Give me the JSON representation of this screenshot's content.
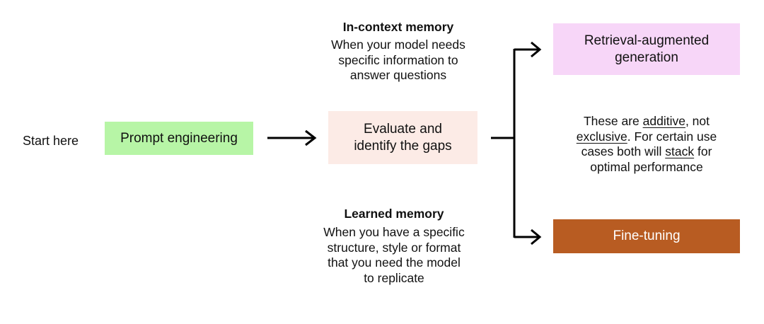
{
  "start_label": "Start here",
  "nodes": {
    "prompt_engineering": {
      "label": "Prompt engineering",
      "color": "#b7f5a6"
    },
    "evaluate": {
      "label": "Evaluate and\nidentify the gaps",
      "color": "#fcebe6"
    },
    "rag": {
      "label": "Retrieval-augmented\ngeneration",
      "color": "#f7d6f8"
    },
    "fine_tuning": {
      "label": "Fine-tuning",
      "color": "#b85c22",
      "text_color": "#ffffff"
    }
  },
  "annotations": {
    "in_context": {
      "title": "In-context memory",
      "body": "When your model needs\nspecific information to\nanswer questions"
    },
    "learned": {
      "title": "Learned memory",
      "body": "When you have a specific\nstructure, style or format\nthat you need the model\nto replicate"
    },
    "additive_note": {
      "t1": "These are ",
      "u1": "additive",
      "t2": ", not",
      "u2": "exclusive",
      "t3": ". For certain use\ncases both will ",
      "u3": "stack",
      "t4": " for\noptimal performance"
    }
  }
}
